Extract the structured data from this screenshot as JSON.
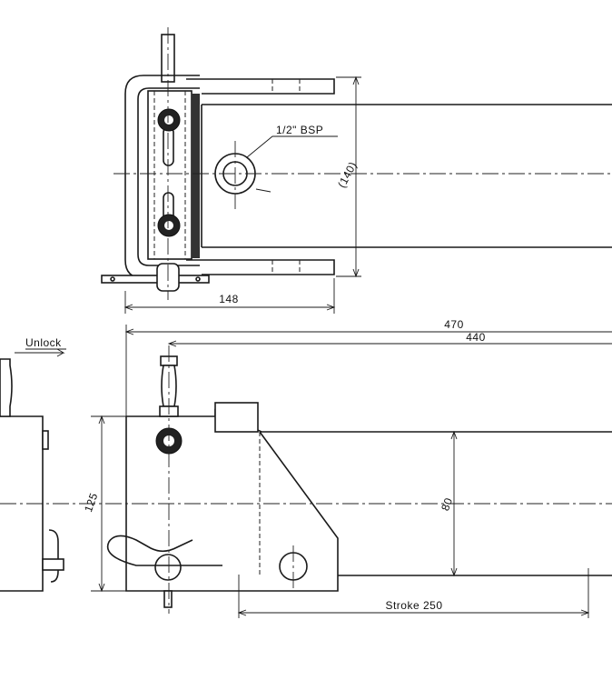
{
  "diagram": {
    "thread_callout": "1/2\" BSP",
    "dim_top_height": "(140)",
    "dim_top_width": "148",
    "dim_length_overall": "470",
    "dim_length_inner": "440",
    "dim_side_height": "125",
    "dim_beam_height": "80",
    "dim_stroke": "Stroke 250",
    "label_unlock": "Unlock"
  }
}
